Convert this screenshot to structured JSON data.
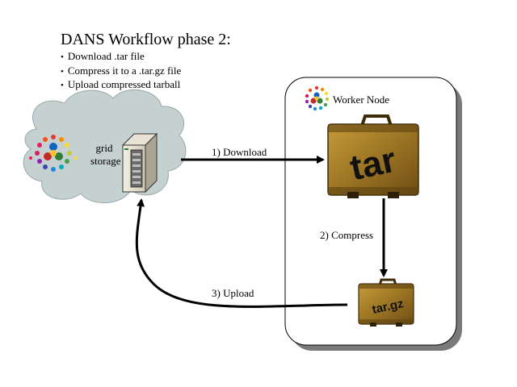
{
  "slide": {
    "title": "DANS Workflow phase 2:",
    "bullets": [
      "Download .tar file",
      "Compress it to a .tar.gz file",
      "Upload compressed tarball"
    ]
  },
  "grid": {
    "label_line1": "grid",
    "label_line2": "storage"
  },
  "worker": {
    "label": "Worker Node"
  },
  "steps": {
    "download": "1) Download",
    "compress": "2) Compress",
    "upload": "3) Upload"
  },
  "suitcases": {
    "tar": "tar",
    "targz": "tar.gz"
  },
  "colors": {
    "cloud_fill": "#c5d0d0",
    "suitcase_body": "#a8822a",
    "suitcase_dark": "#5e4210",
    "arrow": "#000000",
    "node_shadow": "#7a7a7a"
  }
}
